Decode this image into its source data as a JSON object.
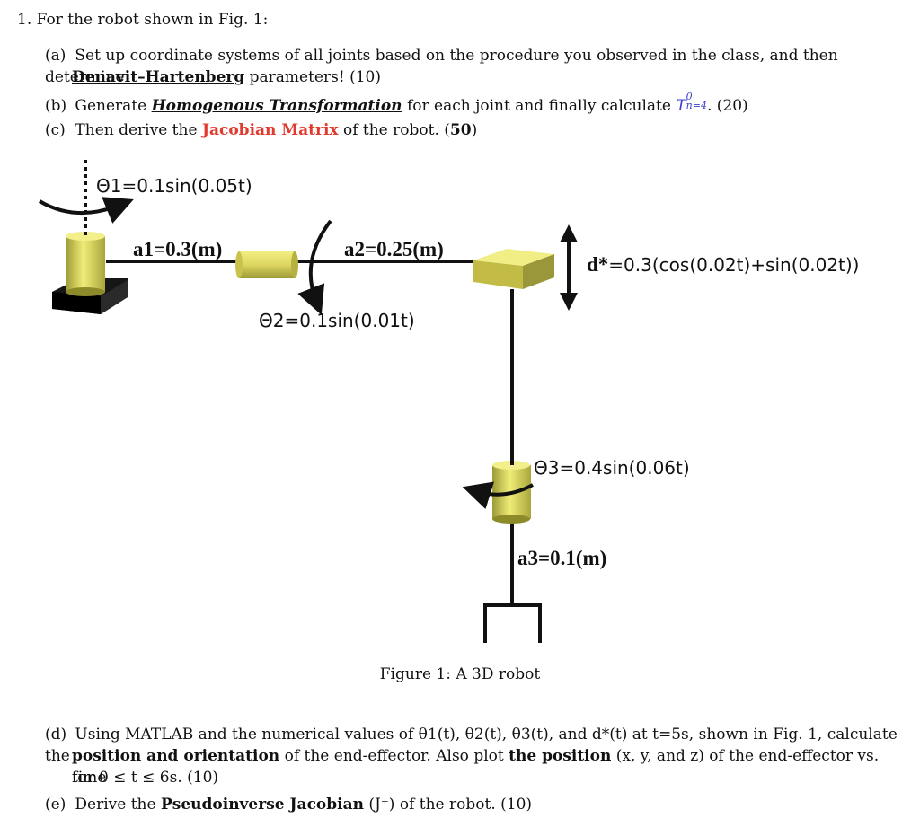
{
  "question": {
    "number": "1.",
    "intro": "For the robot shown in Fig. 1:"
  },
  "parts": {
    "a": {
      "label": "(a)",
      "text1": "Set up coordinate systems of all joints based on the procedure you observed in the class, and then determine",
      "emph": "Denavit–Hartenberg",
      "text2": "parameters! (10)"
    },
    "b": {
      "label": "(b)",
      "pre": "Generate",
      "emph": "Homogenous Transformation",
      "mid": "for each joint and finally calculate",
      "math": "T",
      "math_sup": "0",
      "math_sub": "n=4",
      "post": ". (20)"
    },
    "c": {
      "label": "(c)",
      "pre": "Then derive the",
      "emph": "Jacobian Matrix",
      "mid": "of the robot. (",
      "points": "50",
      "post": ")"
    },
    "d": {
      "label": "(d)",
      "line1": "Using MATLAB and the numerical values of θ1(t), θ2(t), θ3(t), and d*(t) at t=5s, shown in Fig. 1, calculate the",
      "emph1": "position and orientation",
      "mid": "of the end-effector. Also plot",
      "emph2": "the position",
      "post": "(x, y, and z) of the end-effector vs. time",
      "line3": "for 0 ≤ t ≤ 6s. (10)"
    },
    "e": {
      "label": "(e)",
      "pre": "Derive the",
      "emph": "Pseudoinverse Jacobian",
      "post": "(J⁺) of the robot. (10)"
    }
  },
  "figure": {
    "theta1": "Θ1=0.1sin(0.05t)",
    "theta2": "Θ2=0.1sin(0.01t)",
    "theta3": "Θ3=0.4sin(0.06t)",
    "a1": "a1=0.3(m)",
    "a2": "a2=0.25(m)",
    "a3": "a3=0.1(m)",
    "d_label": "d*",
    "d_expr": "=0.3(cos(0.02t)+sin(0.02t))",
    "caption": "Figure 1: A 3D robot"
  },
  "colors": {
    "joint_yellow": "#e6e063",
    "joint_dark": "#8d8a2a",
    "base": "#111111",
    "highlight_red": "#e03a2f",
    "math_blue": "#3b3bd0"
  }
}
